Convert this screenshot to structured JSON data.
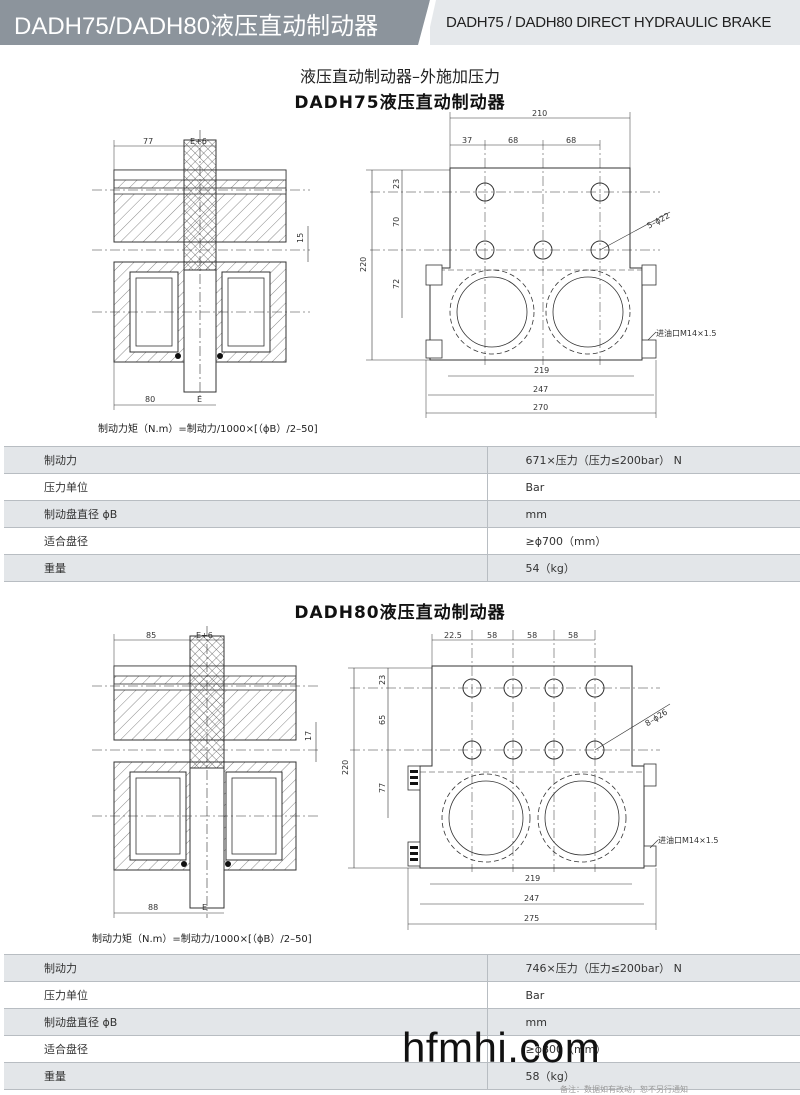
{
  "header": {
    "title_cn": "DADH75/DADH80液压直动制动器",
    "title_en": "DADH75 / DADH80 DIRECT HYDRAULIC BRAKE"
  },
  "section1": {
    "subtitle": "液压直动制动器–外施加压力",
    "title": "DADH75液压直动制动器",
    "formula": "制动力矩（N.m）=制动力/1000×[（ϕB）/2–50]",
    "dims": {
      "top_width": "77",
      "gap_top": "E+6",
      "pad_width": "80",
      "gap_bottom": "E",
      "offset": "15",
      "overall_width": "210",
      "col_a": "37",
      "col_b": "68",
      "col_c": "68",
      "height_total": "220",
      "row_a": "23",
      "row_b": "70",
      "row_c": "72",
      "holes": "5–ϕ22",
      "inlet": "进油口M14×1.5",
      "base_a": "219",
      "base_b": "247",
      "base_c": "270"
    },
    "specs": [
      {
        "label": "制动力",
        "value": "671×压力（压力≤200bar） N"
      },
      {
        "label": "压力单位",
        "value": "Bar"
      },
      {
        "label": "制动盘直径 ϕB",
        "value": "mm"
      },
      {
        "label": "适合盘径",
        "value": "≥ϕ700（mm）"
      },
      {
        "label": "重量",
        "value": "54（kg）"
      }
    ]
  },
  "section2": {
    "title": "DADH80液压直动制动器",
    "formula": "制动力矩（N.m）=制动力/1000×[（ϕB）/2–50]",
    "dims": {
      "top_width": "85",
      "gap_top": "E+6",
      "pad_width": "88",
      "gap_bottom": "E",
      "offset": "17",
      "col_a": "22.5",
      "col_b": "58",
      "col_c": "58",
      "col_d": "58",
      "height_total": "220",
      "row_a": "23",
      "row_b": "65",
      "row_c": "77",
      "holes": "8–ϕ26",
      "inlet": "进油口M14×1.5",
      "base_a": "219",
      "base_b": "247",
      "base_c": "275"
    },
    "specs": [
      {
        "label": "制动力",
        "value": "746×压力（压力≤200bar） N"
      },
      {
        "label": "压力单位",
        "value": "Bar"
      },
      {
        "label": "制动盘直径 ϕB",
        "value": "mm"
      },
      {
        "label": "适合盘径",
        "value": "≥ϕ800（mm）"
      },
      {
        "label": "重量",
        "value": "58（kg）"
      }
    ]
  },
  "watermark": "hfmhi.com",
  "footnote": "备注：数据如有改动，恕不另行通知"
}
